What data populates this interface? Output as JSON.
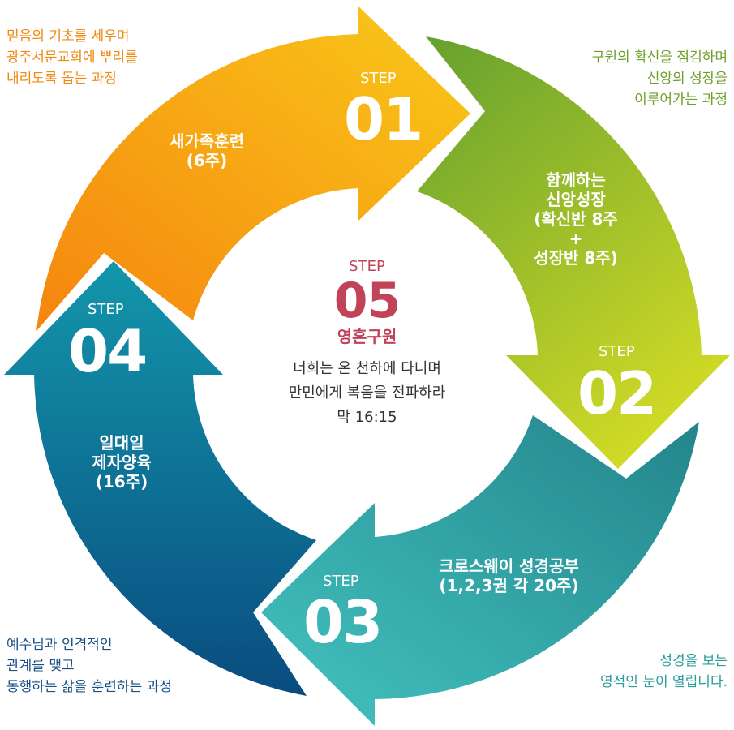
{
  "colors": {
    "orange": "#f39c12",
    "yellow": "#f8c21a",
    "green_dark": "#6fa52e",
    "green_light": "#c6d424",
    "teal_dark": "#2a8f93",
    "teal_light": "#3bbfbd",
    "blue_dark": "#0b4f82",
    "blue_light": "#1190a8",
    "step05_red": "#c0435a",
    "corner_orange": "#ef8a12",
    "corner_green": "#6d9e2a",
    "corner_blue": "#174f86",
    "corner_teal": "#2c9c9a"
  },
  "corners": {
    "top_left": "믿음의 기초를 세우며\n광주서문교회에 뿌리를\n내리도록 돕는 과정",
    "top_right": "구원의 확신을 점검하며\n신앙의 성장을\n이루어가는 과정",
    "bottom_left": "예수님과 인격적인\n관계를 맺고\n동행하는 삶을 훈련하는 과정",
    "bottom_right": "성경을 보는\n영적인 눈이 열립니다."
  },
  "steps": [
    {
      "label": "STEP",
      "number": "01",
      "program": "새가족훈련\n(6주)"
    },
    {
      "label": "STEP",
      "number": "02",
      "program": "함께하는\n신앙성장\n(확신반 8주\n+\n성장반 8주)"
    },
    {
      "label": "STEP",
      "number": "03",
      "program": "크로스웨이 성경공부\n(1,2,3권 각 20주)"
    },
    {
      "label": "STEP",
      "number": "04",
      "program": "일대일\n제자양육\n(16주)"
    }
  ],
  "center": {
    "label": "STEP",
    "number": "05",
    "name": "영혼구원",
    "verse": "너희는 온 천하에 다니며\n만민에게 복음을 전파하라\n막 16:15"
  }
}
